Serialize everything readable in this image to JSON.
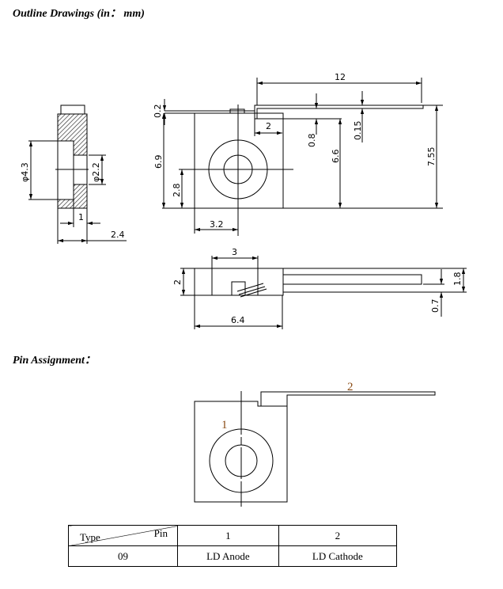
{
  "headings": {
    "outline": "Outline Drawings (in： mm)",
    "pin": "Pin Assignment："
  },
  "dimensions": {
    "d43": "φ4.3",
    "d22": "φ2.2",
    "w1": "1",
    "w24": "2.4",
    "l12": "12",
    "t02": "0.2",
    "h69": "6.9",
    "h28": "2.8",
    "w32": "3.2",
    "w2": "2",
    "h08": "0.8",
    "h66": "6.6",
    "t015": "0.15",
    "h755": "7.55",
    "w3": "3",
    "h2": "2",
    "w64": "6.4",
    "h18": "1.8",
    "h07": "0.7"
  },
  "pin_labels": {
    "p1": "1",
    "p2": "2"
  },
  "table": {
    "header_type": "Type",
    "header_pin": "Pin",
    "col1": "1",
    "col2": "2",
    "rows": [
      {
        "type": "09",
        "pin1": "LD Anode",
        "pin2": "LD Cathode"
      }
    ]
  }
}
